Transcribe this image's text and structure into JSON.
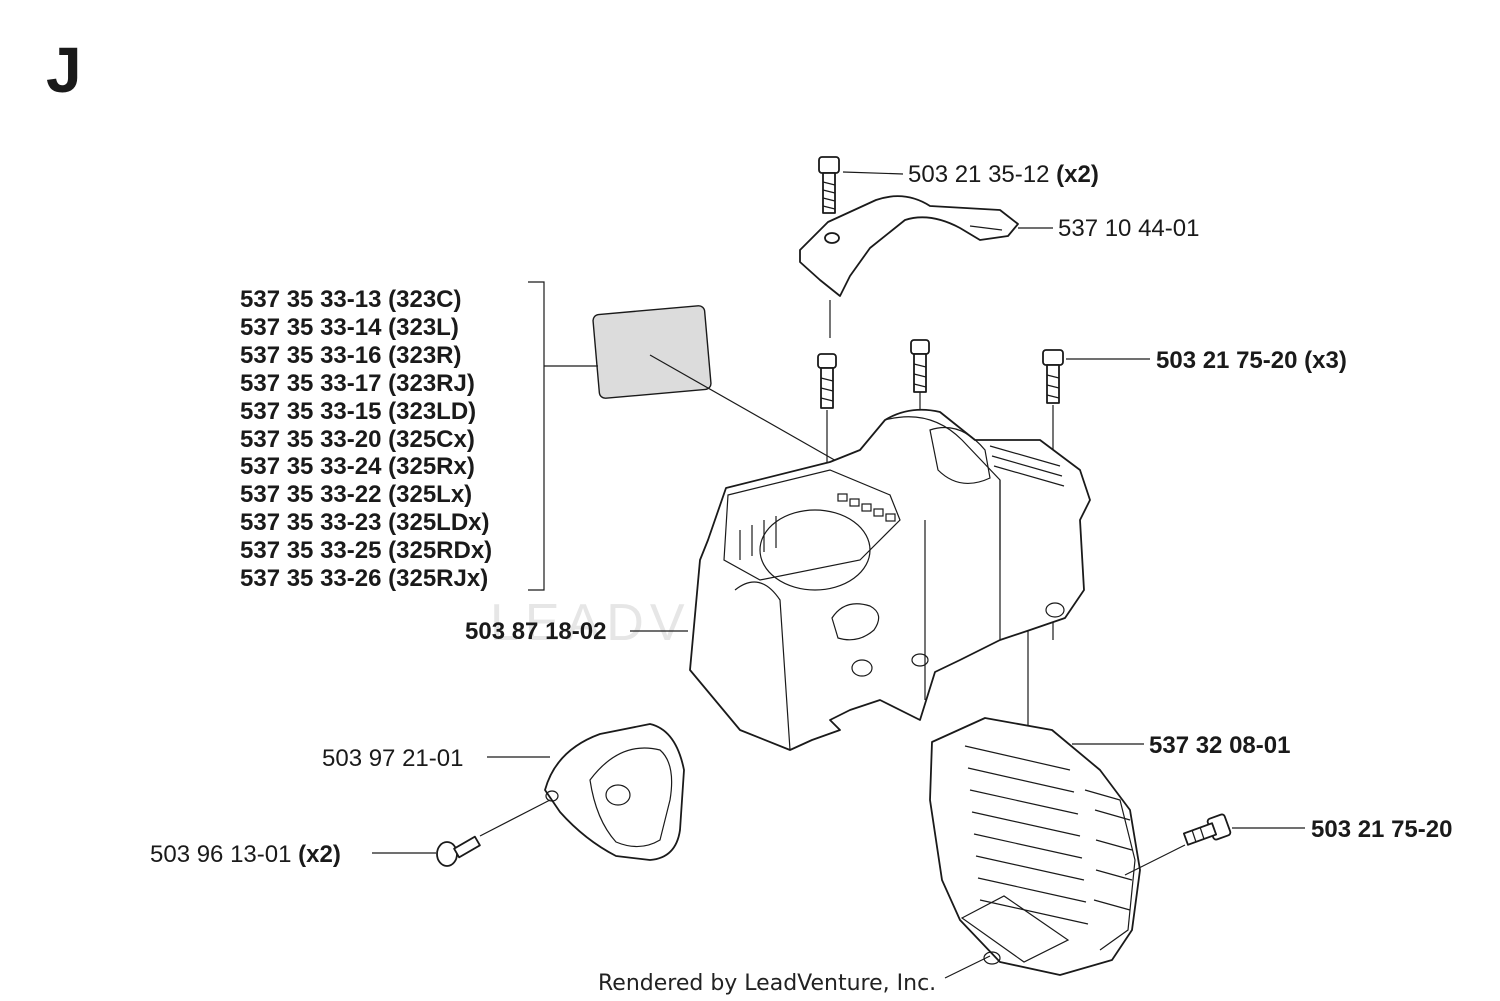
{
  "section_letter": "J",
  "watermark": "LEADVENTURE",
  "credit": "Rendered by LeadVenture, Inc.",
  "labels": {
    "screw_top": {
      "part": "503 21 35-12",
      "qty": "(x2)"
    },
    "handle_cover": {
      "part": "537 10 44-01"
    },
    "screws_x3": {
      "part": "503 21 75-20",
      "qty": "(x3)"
    },
    "cylinder_cover": {
      "part": "503 87 18-02"
    },
    "air_filter_cover": {
      "part": "537 32 08-01"
    },
    "screw_right": {
      "part": "503 21 75-20"
    },
    "lower_cup": {
      "part": "503 97 21-01"
    },
    "screw_bottom": {
      "part": "503 96 13-01",
      "qty": "(x2)"
    }
  },
  "decal_options": [
    "537 35 33-13 (323C)",
    "537 35 33-14 (323L)",
    "537 35 33-16 (323R)",
    "537 35 33-17 (323RJ)",
    "537 35 33-15 (323LD)",
    "537 35 33-20 (325Cx)",
    "537 35 33-24 (325Rx)",
    "537 35 33-22 (325Lx)",
    "537 35 33-23 (325LDx)",
    "537 35 33-25 (325RDx)",
    "537 35 33-26 (325RJx)"
  ]
}
